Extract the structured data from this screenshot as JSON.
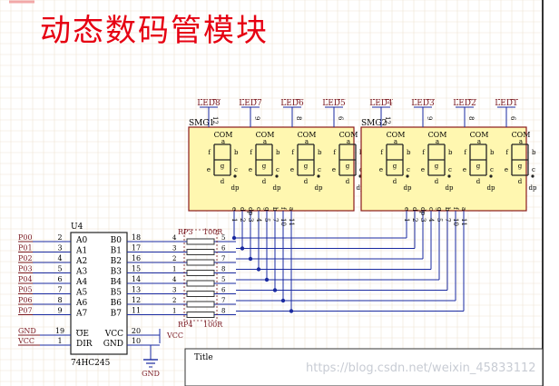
{
  "title": "动态数码管模块",
  "watermark": "https://blog.csdn.net/weixin_45833112",
  "title_block": {
    "label": "Title"
  },
  "displays": [
    {
      "part": "SMG1",
      "digit_labels": [
        "LED8",
        "LED7",
        "LED6",
        "LED5"
      ],
      "digit_pins": [
        "12",
        "9",
        "8",
        "6"
      ]
    },
    {
      "part": "SMG2",
      "digit_labels": [
        "LED4",
        "LED3",
        "LED2",
        "LED1"
      ],
      "digit_pins": [
        "12",
        "9",
        "8",
        "6"
      ]
    }
  ],
  "segment": {
    "com": "COM",
    "letters": [
      "a",
      "b",
      "c",
      "d",
      "e",
      "f",
      "g",
      "dp"
    ]
  },
  "seg_pin_letters": [
    "e",
    "d",
    "dp",
    "c",
    "g",
    "b",
    "f",
    "a"
  ],
  "seg_pin_numbers": [
    "1",
    "2",
    "3",
    "4",
    "5",
    "7",
    "10",
    "11"
  ],
  "chip": {
    "ref": "U4",
    "part": "74HC245",
    "left_pins": [
      {
        "net": "P00",
        "num": "2",
        "name": "A0"
      },
      {
        "net": "P01",
        "num": "3",
        "name": "A1"
      },
      {
        "net": "P02",
        "num": "4",
        "name": "A2"
      },
      {
        "net": "P03",
        "num": "5",
        "name": "A3"
      },
      {
        "net": "P04",
        "num": "6",
        "name": "A4"
      },
      {
        "net": "P05",
        "num": "7",
        "name": "A5"
      },
      {
        "net": "P06",
        "num": "8",
        "name": "A6"
      },
      {
        "net": "P07",
        "num": "9",
        "name": "A7"
      }
    ],
    "right_pins": [
      {
        "num": "18",
        "name": "B0"
      },
      {
        "num": "17",
        "name": "B1"
      },
      {
        "num": "16",
        "name": "B2"
      },
      {
        "num": "15",
        "name": "B3"
      },
      {
        "num": "14",
        "name": "B4"
      },
      {
        "num": "13",
        "name": "B5"
      },
      {
        "num": "12",
        "name": "B6"
      },
      {
        "num": "11",
        "name": "B7"
      }
    ],
    "ctrl_left": [
      {
        "net": "GND",
        "num": "19",
        "name": "OE"
      },
      {
        "net": "VCC",
        "num": "1",
        "name": "DIR"
      }
    ],
    "ctrl_right": [
      {
        "num": "20",
        "name": "VCC"
      },
      {
        "num": "10",
        "name": "GND"
      }
    ]
  },
  "resistor_packs": [
    {
      "ref": "RP3",
      "value": "100R",
      "left_pins": [
        "4",
        "3",
        "2",
        "1"
      ],
      "right_pins": [
        "5",
        "6",
        "7",
        "8"
      ]
    },
    {
      "ref": "RP4",
      "value": "100R",
      "left_pins": [
        "4",
        "3",
        "2",
        "1"
      ],
      "right_pins": [
        "5",
        "6",
        "7",
        "8"
      ]
    }
  ],
  "power": {
    "vcc": "VCC",
    "gnd": "GND"
  },
  "colors": {
    "title": "#e60012",
    "wire": "#1a2aa0",
    "net": "#7a1820",
    "body": "#fff7b0",
    "body_stroke": "#8a1a1a",
    "grid": "#efe4d2",
    "watermark": "#c8ccd4"
  }
}
